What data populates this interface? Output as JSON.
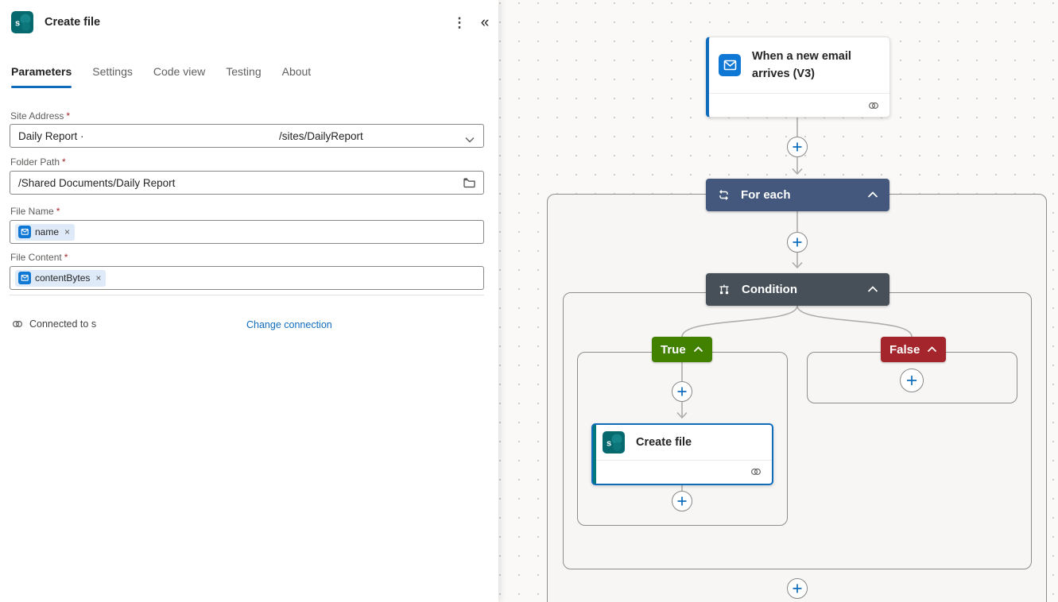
{
  "panel": {
    "app_icon_name": "SharePoint",
    "title": "Create file",
    "menu_icon": "⋮",
    "collapse_icon": "«",
    "required_mark": "*",
    "tabs": [
      {
        "label": "Parameters",
        "active": true
      },
      {
        "label": "Settings",
        "active": false
      },
      {
        "label": "Code view",
        "active": false
      },
      {
        "label": "Testing",
        "active": false
      },
      {
        "label": "About",
        "active": false
      }
    ],
    "fields": {
      "site_address": {
        "label": "Site Address",
        "name": "Daily Report ·",
        "path": "/sites/DailyReport"
      },
      "folder_path": {
        "label": "Folder Path",
        "value": "/Shared Documents/Daily Report"
      },
      "file_name": {
        "label": "File Name",
        "token": "name",
        "dismiss": "×"
      },
      "file_content": {
        "label": "File Content",
        "token": "contentBytes",
        "dismiss": "×"
      }
    },
    "connection": {
      "status": "Connected to s",
      "change_label": "Change connection"
    }
  },
  "canvas": {
    "trigger": {
      "title": "When a new email arrives (V3)"
    },
    "foreach_label": "For each",
    "condition_label": "Condition",
    "true_label": "True",
    "false_label": "False",
    "action_title": "Create file"
  },
  "colors": {
    "accent_blue": "#0F6CBD",
    "foreach_header": "#44587D",
    "condition_header": "#474F58",
    "true_green": "#428000",
    "false_red": "#A4262C",
    "sharepoint_teal": "#05696E",
    "outlook_blue": "#0F78D4"
  }
}
